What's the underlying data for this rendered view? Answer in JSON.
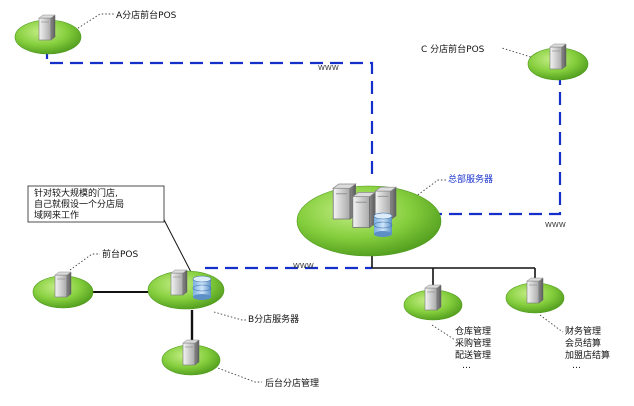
{
  "nodes": {
    "pos_a": {
      "label": "A分店前台POS"
    },
    "pos_c": {
      "label": "C 分店前台POS"
    },
    "hq": {
      "label": "总部服务器"
    },
    "b_server": {
      "label": "B分店服务器"
    },
    "pos_b": {
      "label": "前台POS"
    },
    "backoffice": {
      "label": "后台分店管理"
    },
    "dept1": {
      "lines": [
        "仓库管理",
        "采购管理",
        "配送管理",
        "…"
      ]
    },
    "dept2": {
      "lines": [
        "财务管理",
        "会员结算",
        "加盟店结算",
        "…"
      ]
    }
  },
  "links": {
    "www_top": "WWW",
    "www_right": "WWW",
    "www_mid": "WWW"
  },
  "note": {
    "lines": [
      "针对较大规模的门店,",
      "自己就假设一个分店局",
      "域网来工作"
    ]
  },
  "colors": {
    "wan": "#1530c8",
    "lan": "#111111",
    "ellipse_fill": "#86cf3e",
    "ellipse_dark": "#4e9a1c"
  }
}
